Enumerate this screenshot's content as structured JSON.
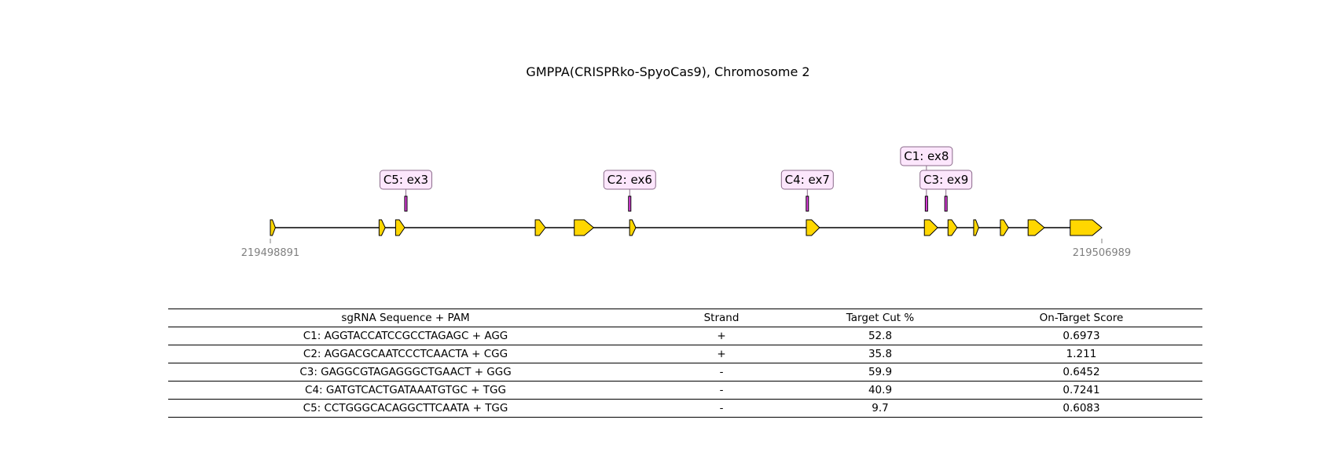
{
  "title": "GMPPA(CRISPRko-SpyoCas9), Chromosome 2",
  "colors": {
    "exon_fill": "#FFD700",
    "cut_fill": "#E040E0",
    "label_fill": "#FCE6FC",
    "label_stroke": "#8A6A8A",
    "coord_text": "#808080"
  },
  "gene": {
    "start": 219498891,
    "end": 219506989,
    "start_label": "219498891",
    "end_label": "219506989",
    "strand": "+",
    "exons": [
      {
        "start": 219498891,
        "end": 219498940
      },
      {
        "start": 219499950,
        "end": 219500010
      },
      {
        "start": 219500111,
        "end": 219500200
      },
      {
        "start": 219501471,
        "end": 219501570
      },
      {
        "start": 219501851,
        "end": 219502040
      },
      {
        "start": 219502390,
        "end": 219502450
      },
      {
        "start": 219504111,
        "end": 219504240
      },
      {
        "start": 219505261,
        "end": 219505390
      },
      {
        "start": 219505491,
        "end": 219505580
      },
      {
        "start": 219505741,
        "end": 219505790
      },
      {
        "start": 219506001,
        "end": 219506080
      },
      {
        "start": 219506271,
        "end": 219506430
      },
      {
        "start": 219506681,
        "end": 219506989
      }
    ]
  },
  "cut_sites": [
    {
      "id": "C1",
      "label": "C1: ex8",
      "position": 219505281,
      "tier": 2
    },
    {
      "id": "C2",
      "label": "C2: ex6",
      "position": 219502391,
      "tier": 1
    },
    {
      "id": "C3",
      "label": "C3: ex9",
      "position": 219505471,
      "tier": 1
    },
    {
      "id": "C4",
      "label": "C4: ex7",
      "position": 219504121,
      "tier": 1
    },
    {
      "id": "C5",
      "label": "C5: ex3",
      "position": 219500211,
      "tier": 1
    }
  ],
  "table": {
    "headers": [
      "sgRNA Sequence + PAM",
      "Strand",
      "Target Cut %",
      "On-Target Score"
    ],
    "rows": [
      [
        "C1: AGGTACCATCCGCCTAGAGC + AGG",
        "+",
        "52.8",
        "0.6973"
      ],
      [
        "C2: AGGACGCAATCCCTCAACTA + CGG",
        "+",
        "35.8",
        "1.211"
      ],
      [
        "C3: GAGGCGTAGAGGGCTGAACT + GGG",
        "-",
        "59.9",
        "0.6452"
      ],
      [
        "C4: GATGTCACTGATAAATGTGC + TGG",
        "-",
        "40.9",
        "0.7241"
      ],
      [
        "C5: CCTGGGCACAGGCTTCAATA + TGG",
        "-",
        "9.7",
        "0.6083"
      ]
    ]
  }
}
